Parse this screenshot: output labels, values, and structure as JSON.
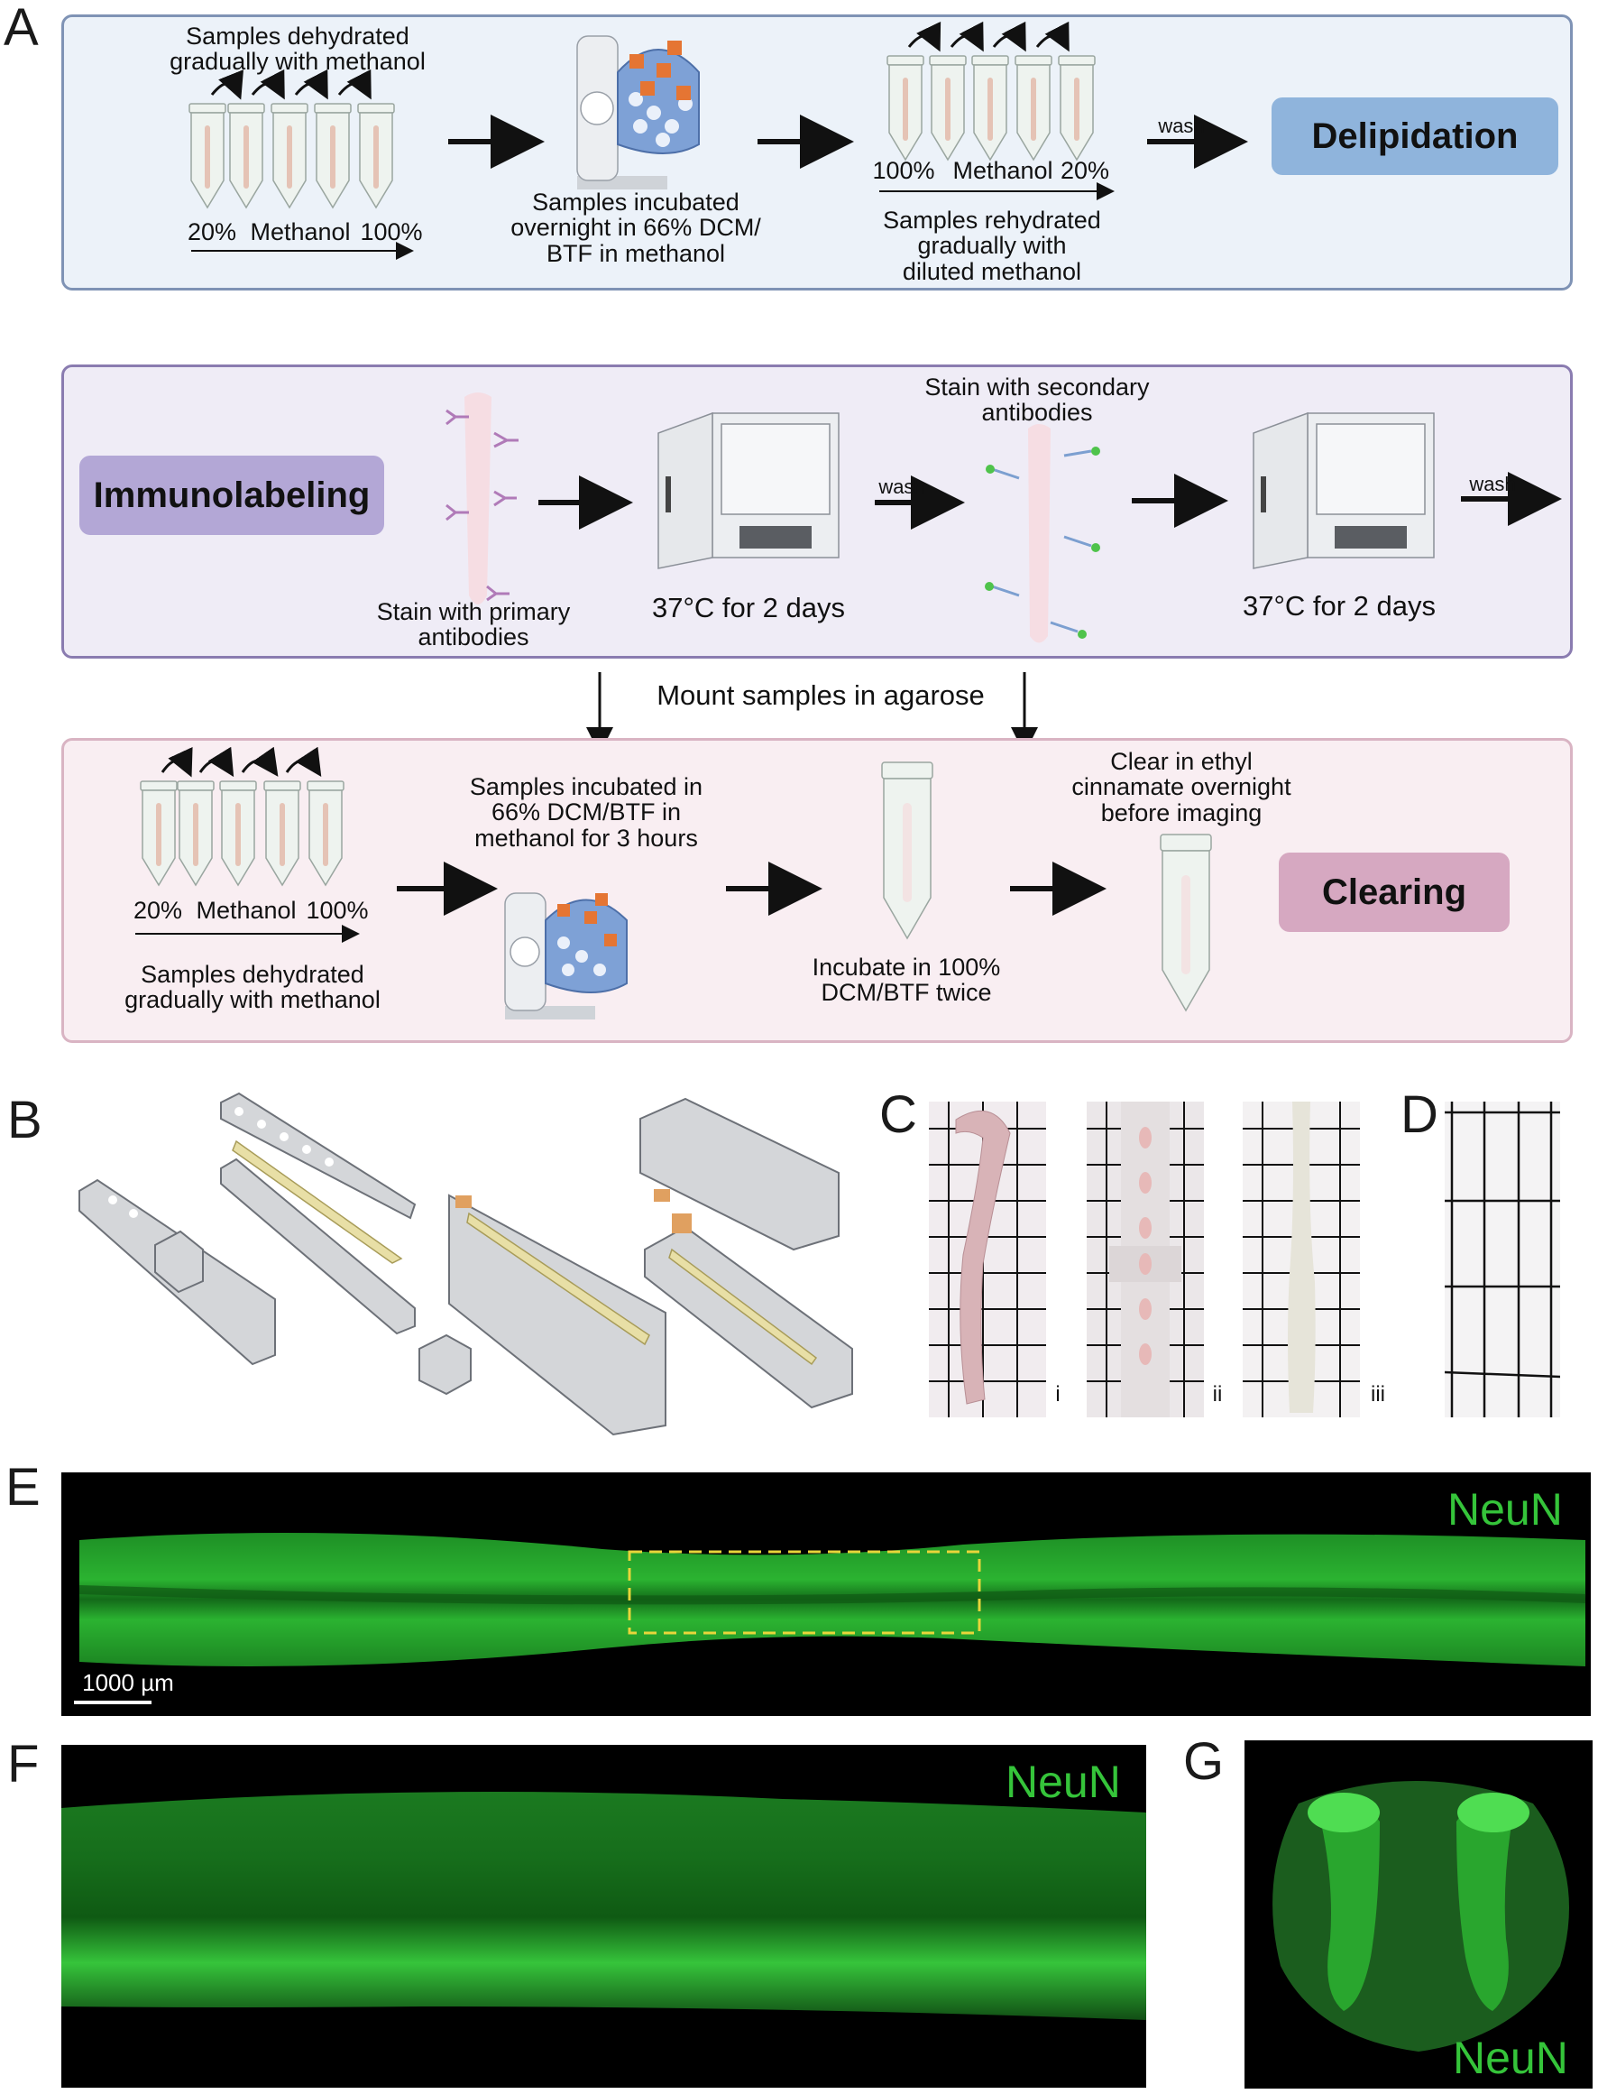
{
  "panels": {
    "a": "A",
    "b": "B",
    "c": "C",
    "d": "D",
    "e": "E",
    "f": "F",
    "g": "G"
  },
  "delipidation": {
    "step1_caption": "Samples dehydrated\ngradually with methanol",
    "step1_low": "20%",
    "step1_mid": "Methanol",
    "step1_high": "100%",
    "step2_caption": "Samples incubated\novernight in 66% DCM/\nBTF in methanol",
    "step3_high": "100%",
    "step3_mid": "Methanol",
    "step3_low": "20%",
    "step3_caption": "Samples rehydrated\ngradually with\ndiluted methanol",
    "wash": "wash",
    "label": "Delipidation"
  },
  "immunolabeling": {
    "label": "Immunolabeling",
    "primary_caption": "Stain with primary\nantibodies",
    "incubate1": "37°C for 2 days",
    "wash1": "wash",
    "secondary_caption": "Stain with secondary\nantibodies",
    "incubate2": "37°C for 2 days",
    "wash2": "wash"
  },
  "mount_caption": "Mount samples in agarose",
  "clearing": {
    "low": "20%",
    "mid": "Methanol",
    "high": "100%",
    "dehydrate_caption": "Samples dehydrated\ngradually with methanol",
    "incubate_caption": "Samples incubated in\n66% DCM/BTF in\nmethanol for 3 hours",
    "dcm_caption": "Incubate in 100%\nDCM/BTF twice",
    "ethyl_caption": "Clear in ethyl\ncinnamate overnight\nbefore imaging",
    "label": "Clearing"
  },
  "photo_labels": {
    "i": "i",
    "ii": "ii",
    "iii": "iii"
  },
  "scale_bar": "1000 µm",
  "stain_label": "NeuN",
  "colors": {
    "delip_bg": "#ecf2f9",
    "delip_border": "#7f93b5",
    "delip_pill": "#8fb4dc",
    "immuno_bg": "#efecf6",
    "immuno_border": "#8a7cb0",
    "immuno_pill": "#b3a7d6",
    "clear_bg": "#f9eef2",
    "clear_border": "#d9b4c3",
    "clear_pill": "#d6a8c1",
    "neun": "#35c43a"
  }
}
